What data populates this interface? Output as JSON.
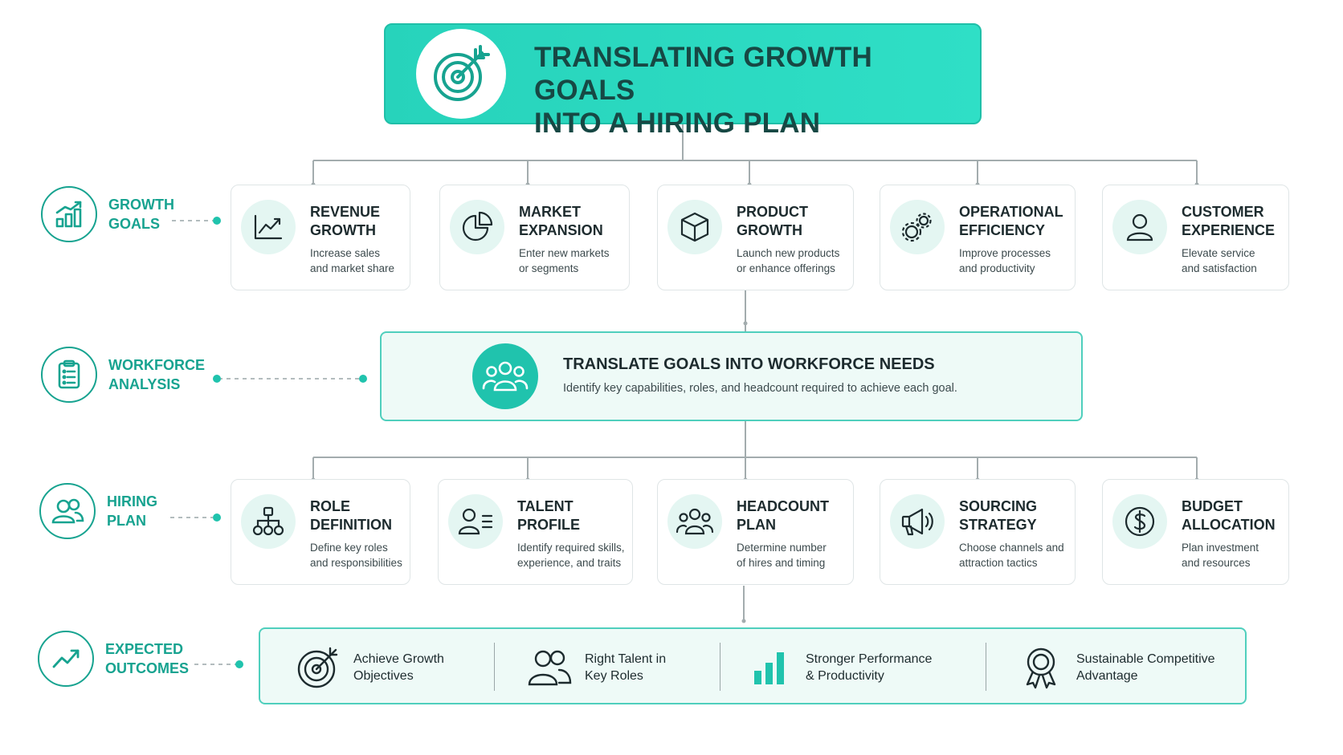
{
  "title": {
    "line1": "TRANSLATING GROWTH GOALS",
    "line2": "INTO A HIRING PLAN",
    "icon": "target-icon"
  },
  "stages": {
    "growth": {
      "line1": "GROWTH",
      "line2": "GOALS",
      "icon": "bar-chart-icon"
    },
    "workforce": {
      "line1": "WORKFORCE",
      "line2": "ANALYSIS",
      "icon": "clipboard-icon"
    },
    "hiring": {
      "line1": "HIRING",
      "line2": "PLAN",
      "icon": "users-icon"
    },
    "outcomes": {
      "line1": "EXPECTED",
      "line2": "OUTCOMES",
      "icon": "trend-up-icon"
    }
  },
  "growth_goals": [
    {
      "t1": "REVENUE",
      "t2": "GROWTH",
      "d1": "Increase sales",
      "d2": "and market share",
      "icon": "line-chart-icon"
    },
    {
      "t1": "MARKET",
      "t2": "EXPANSION",
      "d1": "Enter new markets",
      "d2": "or segments",
      "icon": "pie-chart-icon"
    },
    {
      "t1": "PRODUCT",
      "t2": "GROWTH",
      "d1": "Launch new products",
      "d2": "or enhance offerings",
      "icon": "box-icon"
    },
    {
      "t1": "OPERATIONAL",
      "t2": "EFFICIENCY",
      "d1": "Improve processes",
      "d2": "and productivity",
      "icon": "gears-icon"
    },
    {
      "t1": "CUSTOMER",
      "t2": "EXPERIENCE",
      "d1": "Elevate service",
      "d2": "and satisfaction",
      "icon": "person-icon"
    }
  ],
  "workforce": {
    "title": "TRANSLATE GOALS INTO WORKFORCE NEEDS",
    "desc": "Identify key capabilities, roles, and headcount required to achieve each goal.",
    "icon": "team-icon"
  },
  "hiring_plan": [
    {
      "t1": "ROLE",
      "t2": "DEFINITION",
      "d1": "Define key roles",
      "d2": "and responsibilities",
      "icon": "org-chart-icon"
    },
    {
      "t1": "TALENT",
      "t2": "PROFILE",
      "d1": "Identify required skills,",
      "d2": "experience, and traits",
      "icon": "profile-icon"
    },
    {
      "t1": "HEADCOUNT",
      "t2": "PLAN",
      "d1": "Determine number",
      "d2": "of hires and timing",
      "icon": "group-icon"
    },
    {
      "t1": "SOURCING",
      "t2": "STRATEGY",
      "d1": "Choose channels and",
      "d2": "attraction tactics",
      "icon": "megaphone-icon"
    },
    {
      "t1": "BUDGET",
      "t2": "ALLOCATION",
      "d1": "Plan investment",
      "d2": "and resources",
      "icon": "dollar-icon"
    }
  ],
  "outcomes": [
    {
      "l1": "Achieve Growth",
      "l2": "Objectives",
      "icon": "target-icon"
    },
    {
      "l1": "Right Talent in",
      "l2": "Key Roles",
      "icon": "users-icon"
    },
    {
      "l1": "Stronger Performance",
      "l2": "& Productivity",
      "icon": "bar-chart-icon"
    },
    {
      "l1": "Sustainable Competitive",
      "l2": "Advantage",
      "icon": "award-icon"
    }
  ],
  "colors": {
    "accent": "#20c3ad",
    "accent_dark": "#17a390",
    "title_bg": "#2bd9c1",
    "panel_bg": "#eefaf7",
    "line": "#9aa6a8"
  }
}
